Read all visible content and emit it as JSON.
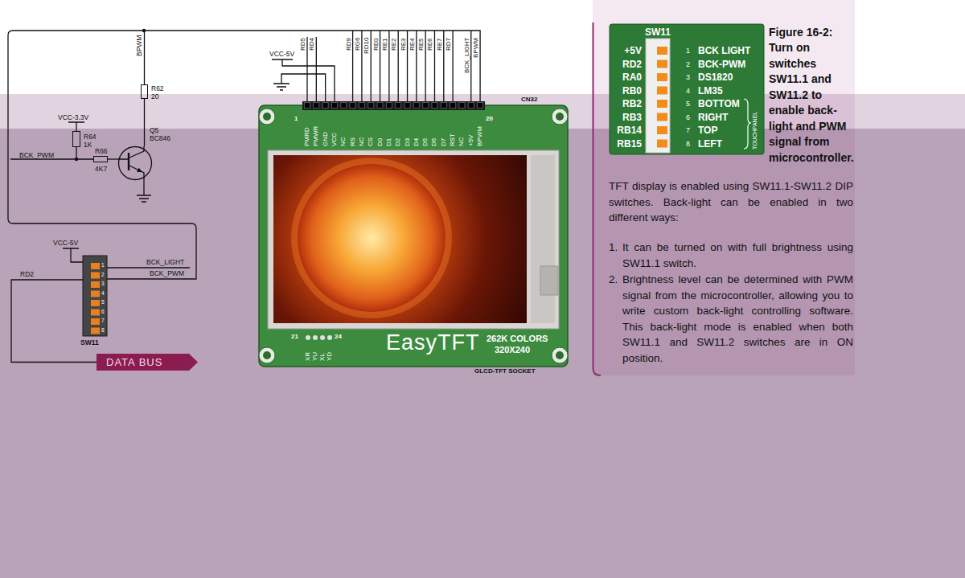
{
  "diagram": {
    "nodes": [
      {
        "text": [
          "R62",
          "20"
        ]
      },
      {
        "text": [
          "R64",
          "1K"
        ]
      },
      {
        "text": [
          "R66",
          "4K7"
        ]
      },
      {
        "text": [
          "Q5",
          "BC846"
        ]
      },
      {
        "text": [
          "1",
          "PMRD",
          "PMWR",
          "GND",
          "VCC",
          "NC",
          "RS",
          "NC",
          "CS",
          "D0",
          "D1",
          "D2",
          "D3",
          "D4",
          "D5",
          "D6",
          "D7",
          "RST",
          "NC",
          "+5V",
          "BPWM",
          "20",
          "21",
          "24",
          "XR",
          "YU",
          "XL",
          "YD",
          "EasyTFT",
          "262K COLORS",
          "320X240"
        ]
      },
      {
        "text": [
          "1",
          "2",
          "3",
          "4",
          "5",
          "6",
          "7",
          "8",
          "SW11"
        ]
      },
      {
        "text": [
          "DATA BUS"
        ]
      },
      {
        "text": [
          "SW11",
          "+5V",
          "RD2",
          "RA0",
          "RB0",
          "RB2",
          "RB3",
          "RB14",
          "RB15",
          "1",
          "2",
          "3",
          "4",
          "5",
          "6",
          "7",
          "8",
          "BCK LIGHT",
          "BCK-PWM",
          "DS1820",
          "LM35",
          "BOTTOM",
          "RIGHT",
          "TOP",
          "LEFT",
          "TOUCHPANEL"
        ]
      }
    ],
    "edges": [
      {
        "from": 1,
        "to": 2,
        "arrow": "none"
      },
      {
        "from": 2,
        "to": 3,
        "arrow": "none"
      },
      {
        "from": 3,
        "to": 0,
        "arrow": "none"
      },
      {
        "from": 0,
        "to": 4,
        "arrow": "none"
      },
      {
        "from": 5,
        "to": 6,
        "arrow": "none"
      }
    ],
    "labels": [
      "BPWM",
      "VCC-3.3V",
      "BCK_PWM",
      "VCC-5V",
      "BCK_LIGHT",
      "BCK_PWM",
      "RD2",
      "VCC-5V",
      "RD5",
      "RD4",
      "RD9",
      "RG6",
      "RD10",
      "RE0",
      "RE1",
      "RE2",
      "RE3",
      "RE4",
      "RE5",
      "RE6",
      "RE7",
      "RD7",
      "BCK_LIGHT",
      "BPWM",
      "CN32",
      "GLCD-TFT SOCKET",
      "Figure 16-2:",
      "Turn on switches SW11.1 and SW11.2 to enable back-light and PWM signal from microcontroller.",
      "TFT display is enabled using SW11.1-SW11.2 DIP switches. Back-light can be enabled in two different ways:",
      "1.",
      "It can be turned on with full brightness using SW11.1 switch.",
      "2.",
      "Brightness level can be determined with PWM signal from the microcontroller, allowing you to write custom back-light controlling software. This back-light mode is enabled when both SW11.1 and SW11.2 switches are in ON position."
    ]
  }
}
